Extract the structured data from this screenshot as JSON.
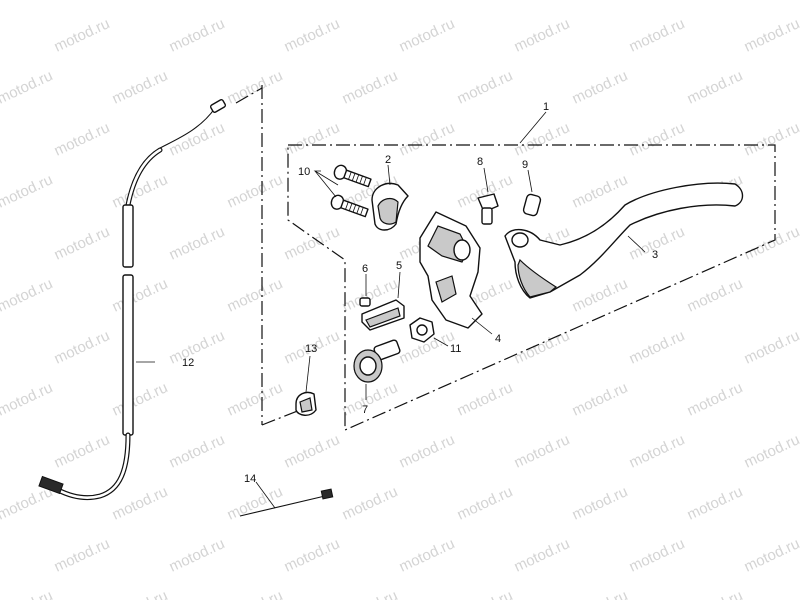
{
  "watermark": {
    "text": "motod.ru"
  },
  "callouts": {
    "c1": "1",
    "c2": "2",
    "c3": "3",
    "c4": "4",
    "c5": "5",
    "c6": "6",
    "c7": "7",
    "c8": "8",
    "c9": "9",
    "c10": "10",
    "c11": "11",
    "c12": "12",
    "c13": "13",
    "c14": "14"
  }
}
